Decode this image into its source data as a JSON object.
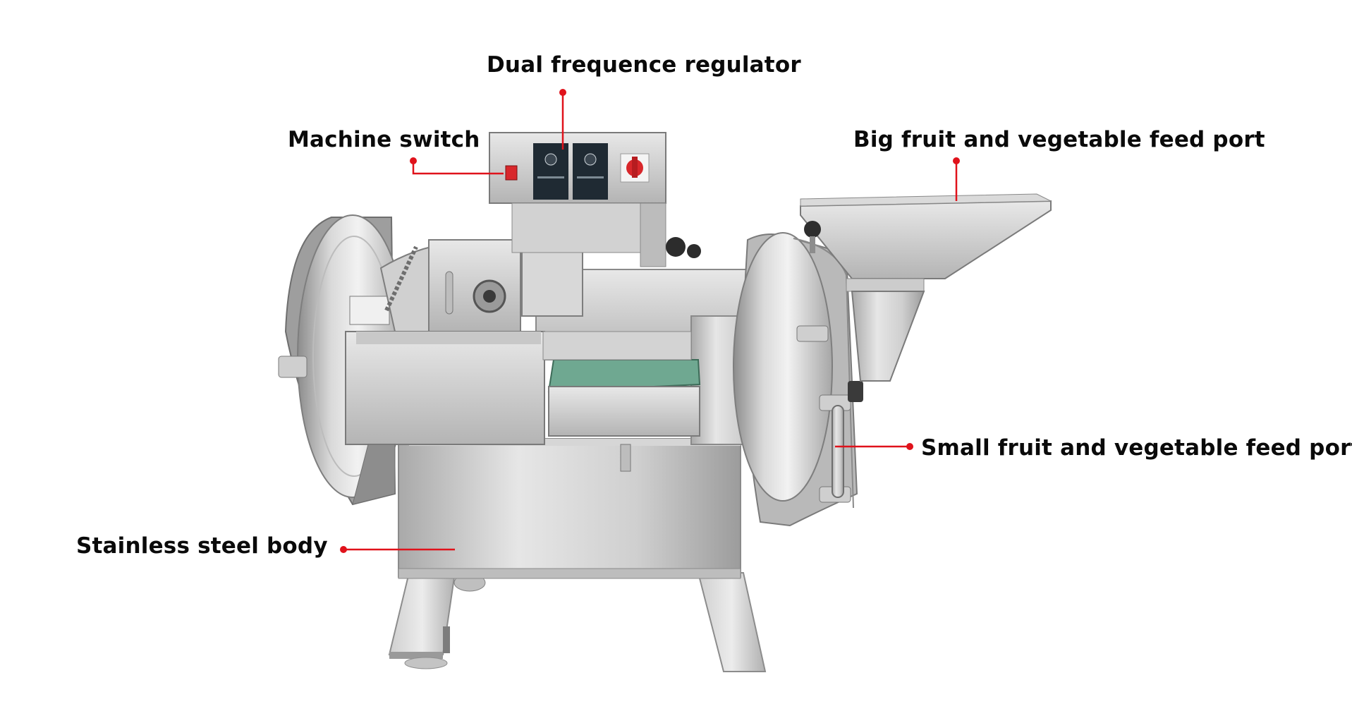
{
  "labels": {
    "dual_frequence_regulator": "Dual frequence regulator",
    "machine_switch": "Machine switch",
    "big_feed_port": "Big fruit and vegetable feed port",
    "small_feed_port": "Small fruit and vegetable feed port",
    "stainless_body": "Stainless steel body"
  },
  "colors": {
    "callout": "#e0121b",
    "steel_light": "#e4e4e4",
    "steel_mid": "#bdbdbd",
    "steel_dark": "#8a8a8a",
    "belt": "#4f8f78",
    "panel_dark": "#1f2a33",
    "switch_red": "#d8272b"
  }
}
